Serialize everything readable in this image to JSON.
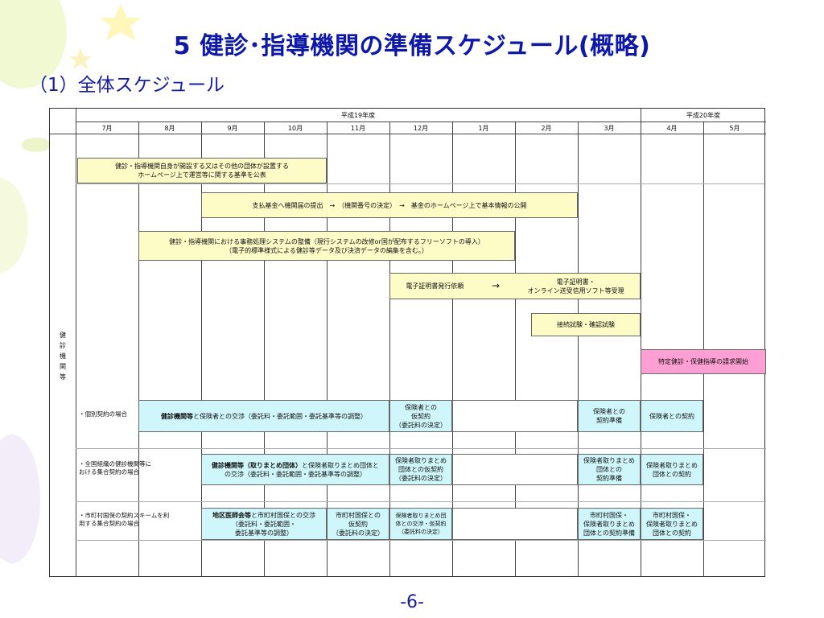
{
  "title": "5  健診･指導機関の準備スケジュール(概略)",
  "subtitle": "（1）全体スケジュール",
  "header": {
    "fiscal_year_1": "平成19年度",
    "fiscal_year_2": "平成20年度",
    "months": [
      "7月",
      "8月",
      "9月",
      "10月",
      "11月",
      "12月",
      "1月",
      "2月",
      "3月",
      "4月",
      "5月"
    ]
  },
  "side_label": [
    "健",
    "診",
    "機",
    "関",
    "等"
  ],
  "rows": {
    "individual": "・個別契約の場合",
    "national_line1": "・全国組織の健診機関等に",
    "national_line2": "おける集合契約の場合",
    "municipal_line1": "・市町村国保の契約スキームを利",
    "municipal_line2": "用する集合契約の場合"
  },
  "tasks": {
    "standards_line1": "健診・指導機関自身が開設する又はその他の団体が設置する",
    "standards_line2": "ホームページ上で運営等に関する基準を公表",
    "fund_notice": "支払基金へ機関届の提出　→　（機関番号の決定）　→　基金のホームページ上で基本情報の公開",
    "system_line1": "健診・指導機関における事務処理システムの整備（現行システムの改修or国が配布するフリーソフトの導入）",
    "system_line2": "（電子的標準様式による健診等データ及び決済データの編集を含む。）",
    "cert_request": "電子証明書発行依頼",
    "arrow": "→",
    "cert_receive_line1": "電子証明書・",
    "cert_receive_line2": "オンライン送受信用ソフト等受理",
    "connection_test": "接続試験・確認試験",
    "billing_start": "特定健診・保健指導の請求開始",
    "ind_negotiation_bold": "健診機関等",
    "ind_negotiation_rest": "と保険者との交渉（委託料・委託範囲・委託基準等の調整）",
    "ind_provisional_line1": "保険者との",
    "ind_provisional_line2": "仮契約",
    "ind_provisional_line3": "（委託料の決定）",
    "ind_prep_line1": "保険者との",
    "ind_prep_line2": "契約準備",
    "ind_contract": "保険者との契約",
    "nat_negotiation_bold": "健診機関等（取りまとめ団体）",
    "nat_negotiation_rest1": "と保険者取りまとめ団体と",
    "nat_negotiation_rest2": "の交渉（委託料・委託範囲・委託基準等の調整）",
    "nat_provisional_line1": "保険者取りまとめ",
    "nat_provisional_line2": "団体との仮契約",
    "nat_provisional_line3": "（委託料の決定）",
    "nat_prep_line1": "保険者取りまとめ",
    "nat_prep_line2": "団体との",
    "nat_prep_line3": "契約準備",
    "nat_contract_line1": "保険者取りまとめ",
    "nat_contract_line2": "団体との契約",
    "mun_negotiation_bold": "地区医師会等",
    "mun_negotiation_rest1": "と市町村国保との交渉",
    "mun_negotiation_line2": "（委託料・委託範囲・",
    "mun_negotiation_line3": "委託基準等の調整）",
    "mun_provisional_line1": "市町村国保との",
    "mun_provisional_line2": "仮契約",
    "mun_provisional_line3": "（委託料の決定）",
    "mun_insurer_line1": "保険者取りまとめ団",
    "mun_insurer_line2": "体との交渉・仮契約",
    "mun_insurer_line3": "（委託料の決定）",
    "mun_prep_line1": "市町村国保・",
    "mun_prep_line2": "保険者取りまとめ",
    "mun_prep_line3": "団体との契約準備",
    "mun_contract_line1": "市町村国保・",
    "mun_contract_line2": "保険者取りまとめ",
    "mun_contract_line3": "団体との契約"
  },
  "page_number": "-6-",
  "colors": {
    "title": "#0f19a8",
    "task_yellow": "#fdfbc6",
    "task_cyan": "#cff7fb",
    "task_pink": "#ff9fd3"
  }
}
